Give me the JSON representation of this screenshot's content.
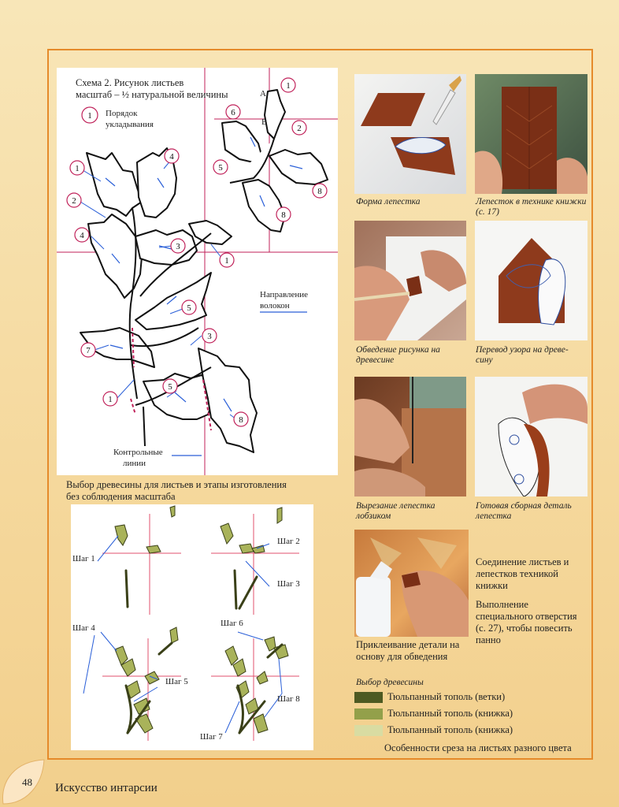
{
  "scheme": {
    "title_line1": "Схема 2. Рисунок листьев",
    "title_line2": "масштаб – ½ натуральной величины",
    "legend_number": "1",
    "legend_text_line1": "Порядок",
    "legend_text_line2": "укладывания",
    "grain_label_line1": "Направление",
    "grain_label_line2": "волокон",
    "control_label_line1": "Контрольные",
    "control_label_line2": "линии",
    "marker_a": "A",
    "marker_b": "B"
  },
  "steps_section": {
    "heading_line1": "Выбор древесины для листьев и этапы изготовления",
    "heading_line2": "без соблюдения масштаба",
    "step1": "Шаг 1",
    "step2": "Шаг 2",
    "step3": "Шаг 3",
    "step4": "Шаг 4",
    "step5": "Шаг 5",
    "step6": "Шаг 6",
    "step7": "Шаг 7",
    "step8": "Шаг 8"
  },
  "photos": {
    "p1_caption": "Форма лепестка",
    "p2_caption_line1": "Лепесток в технике книжки",
    "p2_caption_line2": "(с. 17)",
    "p3_caption_line1": "Обведение рисунка на",
    "p3_caption_line2": "древесине",
    "p4_caption_line1": "Перевод узора на древе-",
    "p4_caption_line2": "сину",
    "p5_caption_line1": "Вырезание лепестка",
    "p5_caption_line2": "лобзиком",
    "p6_caption_line1": "Готовая сборная деталь",
    "p6_caption_line2": "лепестка",
    "p7_caption_line1": "Приклеивание детали на",
    "p7_caption_line2": "основу для обведения"
  },
  "side_notes": {
    "note1_line1": "Соединение листьев и",
    "note1_line2": "лепестков техникой",
    "note1_line3": "книжки",
    "note2_line1": "Выполнение",
    "note2_line2": "специального отверстия",
    "note2_line3": "(с. 27), чтобы повесить",
    "note2_line4": "панно"
  },
  "wood": {
    "heading": "Выбор древесины",
    "items": [
      {
        "label": "Тюльпанный тополь (ветки)",
        "color": "#4e5a22"
      },
      {
        "label": "Тюльпанный тополь (книжка)",
        "color": "#93a04a"
      },
      {
        "label": "Тюльпанный тополь (книжка)",
        "color": "#d9dca2"
      }
    ],
    "footer": "Особенности среза на листьях разного цвета"
  },
  "footer": {
    "page_number": "48",
    "book_title": "Искусство интарсии"
  },
  "colors": {
    "frame": "#e58a2a",
    "pink": "#c0225a",
    "blue": "#2a5fd8",
    "wood": "#8e3a1c"
  }
}
